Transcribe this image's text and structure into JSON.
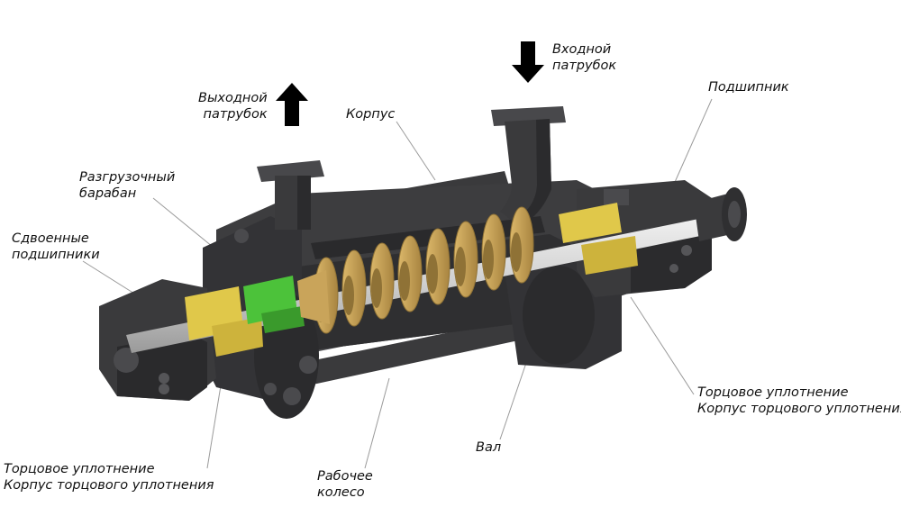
{
  "labels": {
    "outlet_nozzle": [
      "Выходной",
      "патрубок"
    ],
    "inlet_nozzle": [
      "Входной",
      "патрубок"
    ],
    "casing": "Корпус",
    "bearing": "Подшипник",
    "balance_drum": [
      "Разгрузочный",
      "барабан"
    ],
    "double_bearings": [
      "Сдвоенные",
      "подшипники"
    ],
    "seal_right": [
      "Торцовое уплотнение",
      "Корпус торцового уплотнения"
    ],
    "seal_left": [
      "Торцовое уплотнение",
      "Корпус торцового уплотнения"
    ],
    "shaft": "Вал",
    "impeller": [
      "Рабочее",
      "колесо"
    ]
  },
  "colors": {
    "casing": "#3d3d3f",
    "casing_dark": "#2a2a2c",
    "casing_light": "#5a5a5d",
    "impeller": "#c9a45a",
    "impeller_dark": "#8f7236",
    "bushing": "#e0c84a",
    "drum": "#4cc23a",
    "shaft": "#d9d9d9",
    "leader": "#9a9a9a"
  },
  "icons": [
    "arrow-up-icon",
    "arrow-down-icon"
  ]
}
